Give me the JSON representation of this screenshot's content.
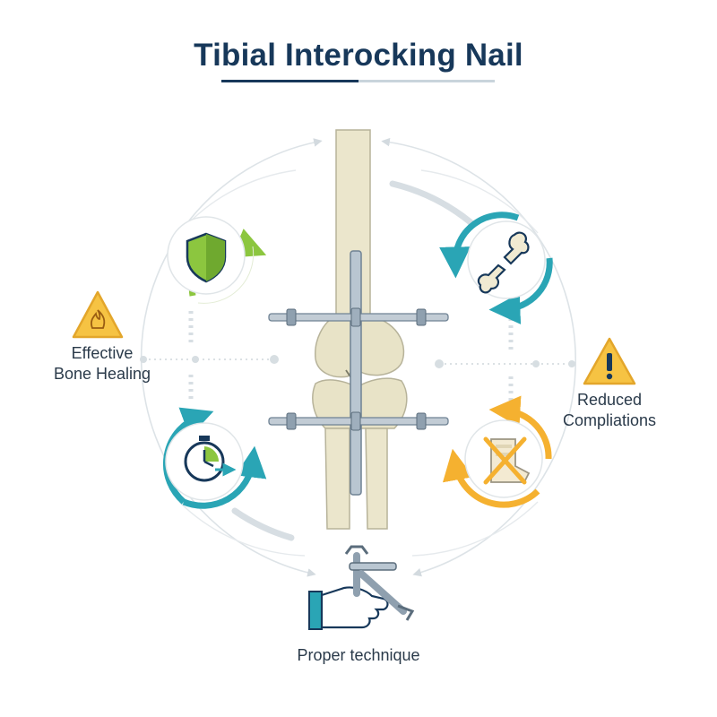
{
  "title": "Tibial Interocking Nail",
  "labels": {
    "left_line1": "Effective",
    "left_line2": "Bone Healing",
    "right_line1": "Reduced",
    "right_line2": "Compliations",
    "bottom": "Proper technique"
  },
  "icons": {
    "top_left": "shield-icon",
    "top_right": "broken-bone-icon",
    "bottom_left": "stopwatch-icon",
    "bottom_right": "crossed-cast-icon",
    "bottom_center": "hand-wrench-icon",
    "left_warning": "flame-warning-icon",
    "right_warning": "exclamation-warning-icon"
  },
  "colors": {
    "title": "#17385a",
    "green": "#8cc63f",
    "teal": "#2aa5b5",
    "orange": "#f5b130",
    "warning": "#f6c343",
    "bone": "#ebe6cc"
  }
}
